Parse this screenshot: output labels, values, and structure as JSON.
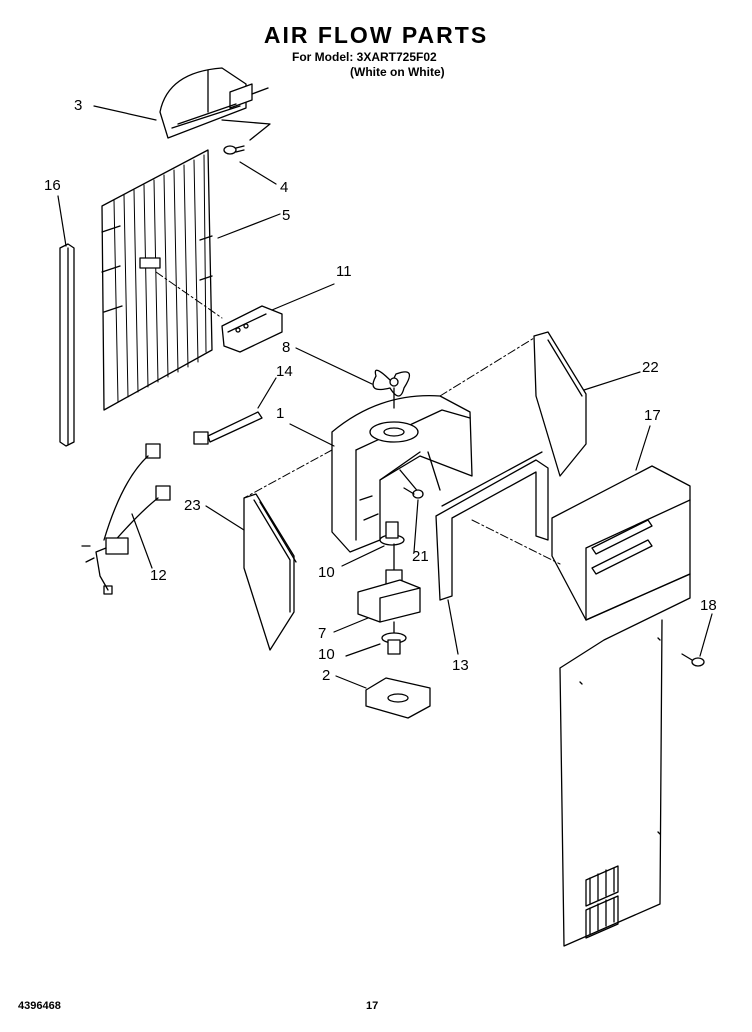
{
  "header": {
    "title": "AIR FLOW PARTS",
    "model_line": "For Model: 3XART725F02",
    "variant_line": "(White on White)"
  },
  "callouts": {
    "c1": "1",
    "c2": "2",
    "c3": "3",
    "c4": "4",
    "c5": "5",
    "c7": "7",
    "c8": "8",
    "c10a": "10",
    "c10b": "10",
    "c11": "11",
    "c12": "12",
    "c13": "13",
    "c14": "14",
    "c16": "16",
    "c17": "17",
    "c18": "18",
    "c21": "21",
    "c22": "22",
    "c23": "23"
  },
  "footer": {
    "doc_number": "4396468",
    "page_number": "17"
  }
}
